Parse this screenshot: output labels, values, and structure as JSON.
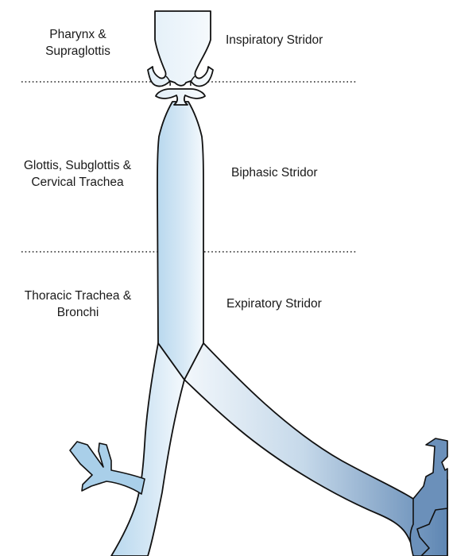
{
  "zones": [
    {
      "region_line1": "Pharynx &",
      "region_line2": "Supraglottis",
      "stridor": "Inspiratory Stridor"
    },
    {
      "region_line1": "Glottis, Subglottis &",
      "region_line2": "Cervical Trachea",
      "stridor": "Biphasic Stridor"
    },
    {
      "region_line1": "Thoracic Trachea &",
      "region_line2": "Bronchi",
      "stridor": "Expiratory Stridor"
    }
  ],
  "colors": {
    "airway_light": "#eaf3fb",
    "airway_mid": "#bcd9ef",
    "airway_right_bronchus": "#a9cfe9",
    "airway_left_bronchus_dark": "#5f86b4",
    "outline": "#111111",
    "divider": "#222222"
  }
}
